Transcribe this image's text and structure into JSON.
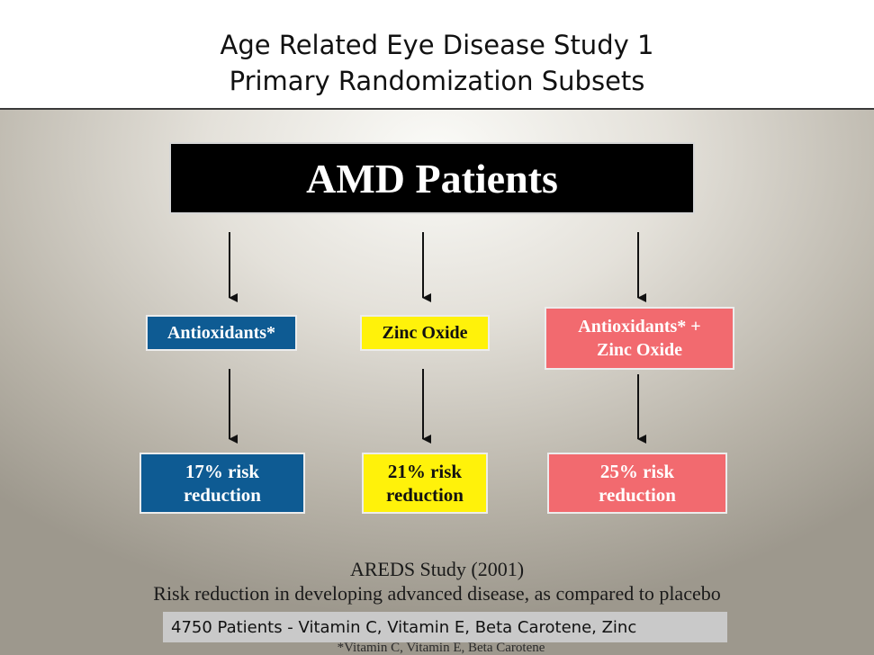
{
  "slide": {
    "title_line1": "Age Related Eye Disease Study 1",
    "title_line2": "Primary Randomization Subsets"
  },
  "diagram": {
    "root": "AMD Patients",
    "treatments": [
      {
        "label": "Antioxidants*",
        "color": "#0e5b93"
      },
      {
        "label": "Zinc Oxide",
        "color": "#fff20a"
      },
      {
        "label": "Antioxidants* +\nZinc Oxide",
        "color": "#f26a6f"
      }
    ],
    "results": [
      {
        "label": "17% risk\nreduction"
      },
      {
        "label": "21% risk\nreduction"
      },
      {
        "label": "25% risk\nreduction"
      }
    ]
  },
  "caption": {
    "line1": "AREDS Study (2001)",
    "line2": "Risk reduction in developing advanced disease, as compared to placebo"
  },
  "footnote": {
    "overlay_text": "4750 Patients - Vitamin C, Vitamin E, Beta Carotene, Zinc",
    "underlying_text": "*Vitamin C, Vitamin E, Beta Carotene"
  }
}
